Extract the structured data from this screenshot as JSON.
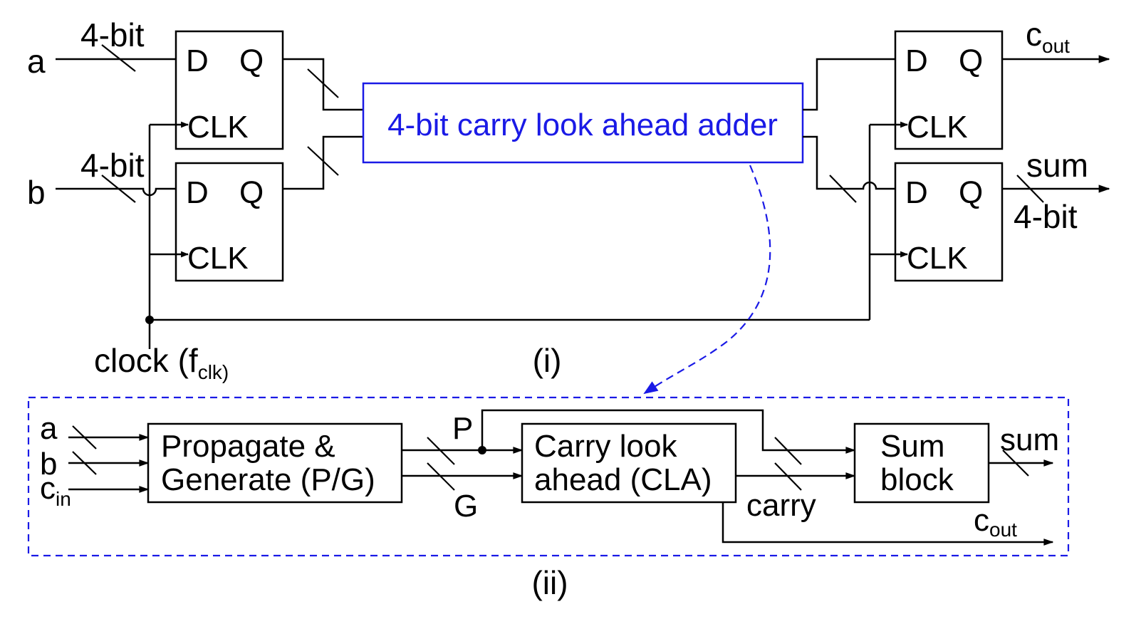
{
  "colors": {
    "wire": "#000000",
    "accent_blue": "#1a1ae6",
    "background": "#ffffff"
  },
  "top": {
    "input_a": "a",
    "input_b": "b",
    "bus_label_a": "4-bit",
    "bus_label_b": "4-bit",
    "ff_d": "D",
    "ff_q": "Q",
    "ff_clk": "CLK",
    "adder_label": "4-bit carry look ahead adder",
    "cout_main": "c",
    "cout_sub": "out",
    "sum_label": "sum",
    "sum_bus_label": "4-bit",
    "clock_main": "clock (f",
    "clock_sub": "clk)",
    "caption": "(i)"
  },
  "bottom": {
    "input_a": "a",
    "input_b": "b",
    "cin_main": "c",
    "cin_sub": "in",
    "pg_line1": "Propagate &",
    "pg_line2": "Generate (P/G)",
    "p_label": "P",
    "g_label": "G",
    "cla_line1": "Carry look",
    "cla_line2": "ahead (CLA)",
    "carry_label": "carry",
    "sum_line1": "Sum",
    "sum_line2": "block",
    "sum_out": "sum",
    "cout_main": "c",
    "cout_sub": "out",
    "caption": "(ii)"
  }
}
